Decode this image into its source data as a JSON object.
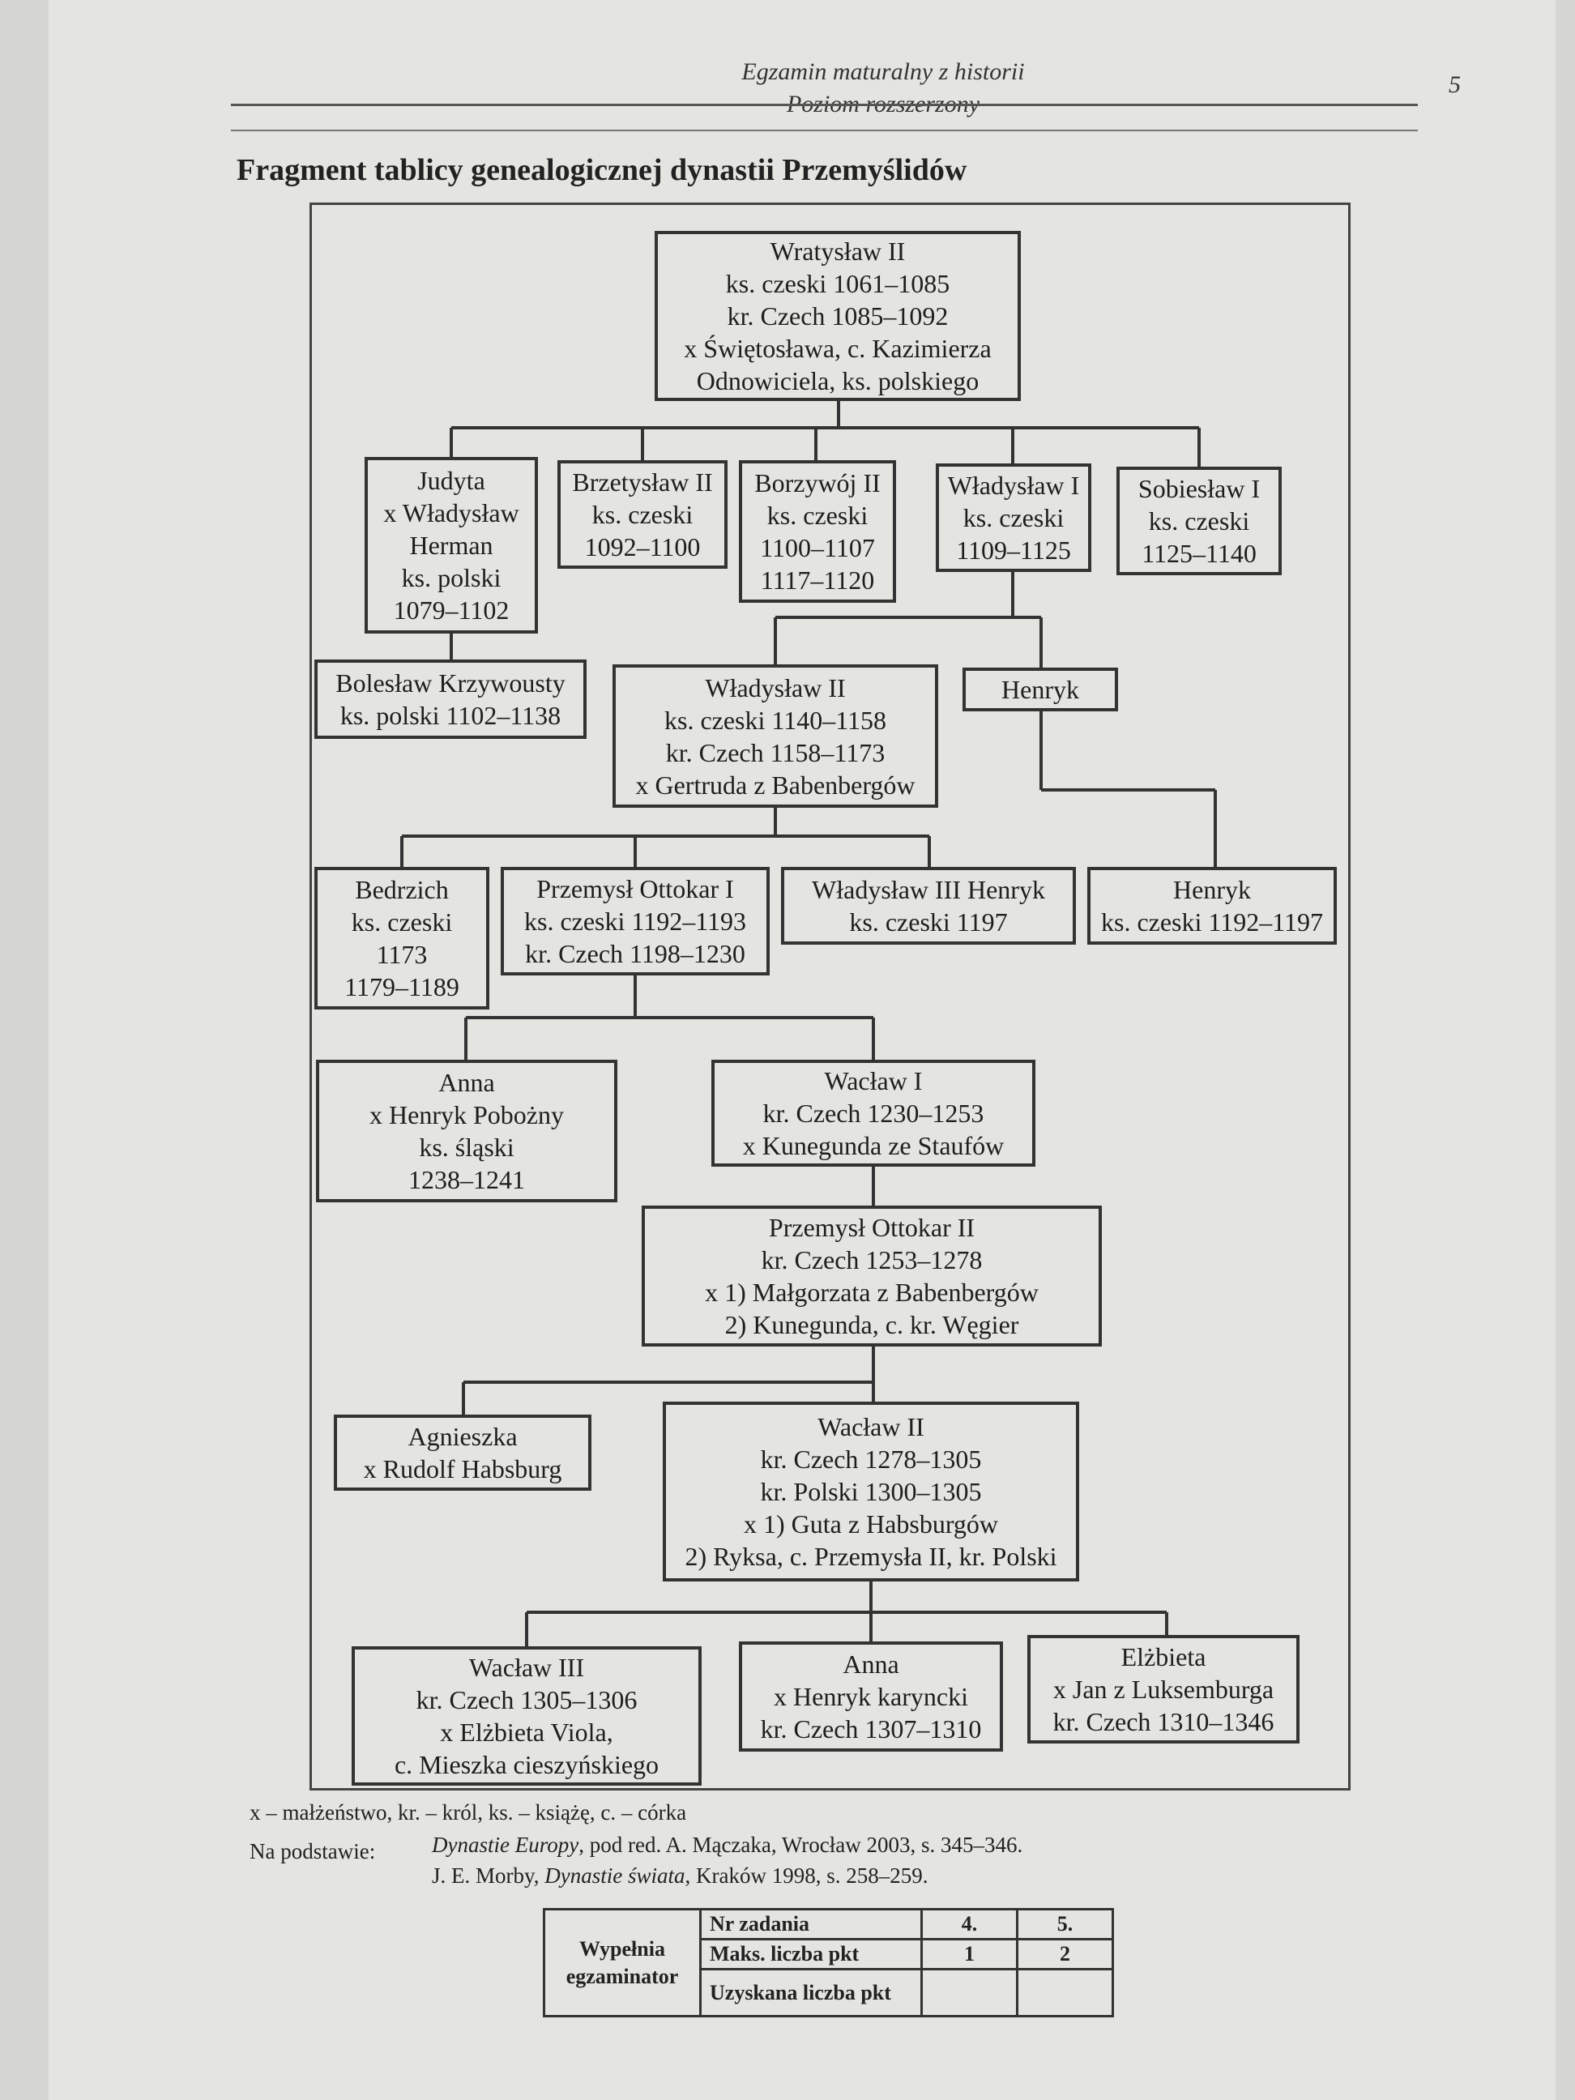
{
  "header": {
    "line1": "Egzamin maturalny z historii",
    "line2": "Poziom rozszerzony",
    "page_number": "5"
  },
  "title": "Fragment tablicy genealogicznej dynastii Przemyślidów",
  "tree": {
    "wratyslaw_ii": [
      "Wratysław II",
      "ks. czeski 1061–1085",
      "kr. Czech 1085–1092",
      "x Świętosława, c. Kazimierza",
      "Odnowiciela, ks. polskiego"
    ],
    "judyta": [
      "Judyta",
      "x Władysław",
      "Herman",
      "ks. polski",
      "1079–1102"
    ],
    "brzetyslaw_ii": [
      "Brzetysław II",
      "ks. czeski",
      "1092–1100"
    ],
    "borzywoj_ii": [
      "Borzywój II",
      "ks. czeski",
      "1100–1107",
      "1117–1120"
    ],
    "wladyslaw_i": [
      "Władysław I",
      "ks. czeski",
      "1109–1125"
    ],
    "sobieslaw_i": [
      "Sobiesław I",
      "ks. czeski",
      "1125–1140"
    ],
    "boleslaw_krzywousty": [
      "Bolesław Krzywousty",
      "ks. polski 1102–1138"
    ],
    "wladyslaw_ii": [
      "Władysław II",
      "ks. czeski 1140–1158",
      "kr. Czech 1158–1173",
      "x Gertruda z Babenbergów"
    ],
    "henryk_1": [
      "Henryk"
    ],
    "bedrzich": [
      "Bedrzich",
      "ks. czeski",
      "1173",
      "1179–1189"
    ],
    "przemysl_ottokar_i": [
      "Przemysł Ottokar I",
      "ks. czeski 1192–1193",
      "kr. Czech 1198–1230"
    ],
    "wladyslaw_iii_henryk": [
      "Władysław III Henryk",
      "ks. czeski 1197"
    ],
    "henryk_2": [
      "Henryk",
      "ks. czeski 1192–1197"
    ],
    "anna_1": [
      "Anna",
      "x Henryk Pobożny",
      "ks. śląski",
      "1238–1241"
    ],
    "waclaw_i": [
      "Wacław I",
      "kr. Czech 1230–1253",
      "x Kunegunda ze Staufów"
    ],
    "przemysl_ottokar_ii": [
      "Przemysł Ottokar II",
      "kr. Czech 1253–1278",
      "x 1) Małgorzata z Babenbergów",
      "2) Kunegunda, c. kr. Węgier"
    ],
    "agnieszka": [
      "Agnieszka",
      "x Rudolf Habsburg"
    ],
    "waclaw_ii": [
      "Wacław II",
      "kr. Czech 1278–1305",
      "kr. Polski 1300–1305",
      "x 1) Guta z Habsburgów",
      "2) Ryksa, c. Przemysła II, kr. Polski"
    ],
    "waclaw_iii": [
      "Wacław III",
      "kr. Czech 1305–1306",
      "x Elżbieta Viola,",
      "c. Mieszka cieszyńskiego"
    ],
    "anna_2": [
      "Anna",
      "x Henryk karyncki",
      "kr. Czech 1307–1310"
    ],
    "elzbieta": [
      "Elżbieta",
      "x Jan z Luksemburga",
      "kr. Czech 1310–1346"
    ]
  },
  "legend": "x – małżeństwo, kr. – król, ks. – książę, c. – córka",
  "sources": {
    "label": "Na podstawie:",
    "line1_italic": "Dynastie Europy",
    "line1_rest": ", pod red. A. Mączaka, Wrocław 2003, s. 345–346.",
    "line2_pre": "J. E. Morby, ",
    "line2_italic": "Dynastie świata",
    "line2_rest": ", Kraków 1998, s. 258–259."
  },
  "exam_table": {
    "side_label_1": "Wypełnia",
    "side_label_2": "egzaminator",
    "row1_label": "Nr zadania",
    "row2_label": "Maks. liczba pkt",
    "row3_label": "Uzyskana liczba pkt",
    "tasks": [
      "4.",
      "5."
    ],
    "max_points": [
      "1",
      "2"
    ]
  }
}
